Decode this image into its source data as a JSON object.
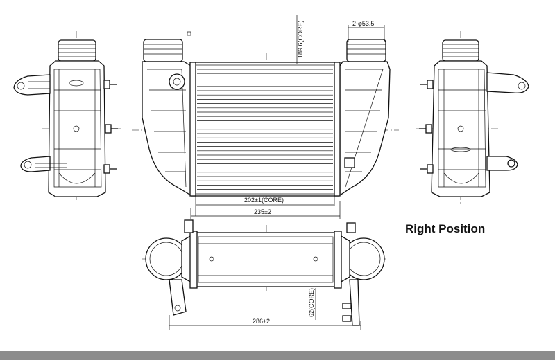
{
  "title": "Right Position",
  "dimensions": {
    "core_width": "202±1(CORE)",
    "overall_width": "235±2",
    "core_height": "189.6(CORE)",
    "pipe_diameter": "2-φ53.5",
    "total_length": "286±2",
    "core_depth": "62(CORE)"
  },
  "views": [
    "left-side-view",
    "front-view",
    "right-side-view",
    "top-view"
  ],
  "colors": {
    "line": "#111111",
    "background": "#ffffff",
    "footer": "#8c8c8c"
  }
}
